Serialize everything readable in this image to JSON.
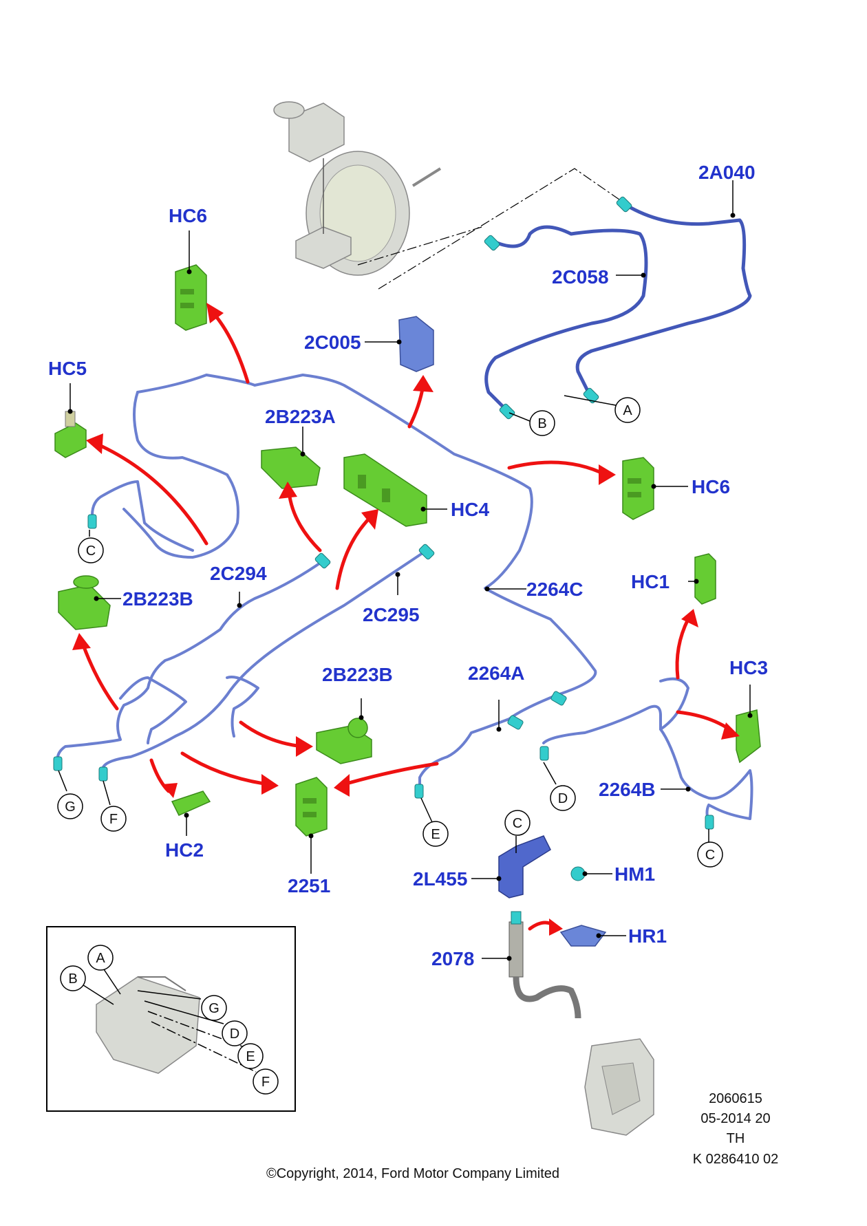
{
  "labels": {
    "hc6_top": "HC6",
    "hc5": "HC5",
    "hc6_right": "HC6",
    "hc4": "HC4",
    "hc1": "HC1",
    "hc3": "HC3",
    "hc2": "HC2",
    "2a040": "2A040",
    "2c058": "2C058",
    "2c005": "2C005",
    "2b223a": "2B223A",
    "2b223b_left": "2B223B",
    "2b223b_mid": "2B223B",
    "2c294": "2C294",
    "2c295": "2C295",
    "2264c": "2264C",
    "2264a": "2264A",
    "2264b": "2264B",
    "2251": "2251",
    "2l455": "2L455",
    "hm1": "HM1",
    "hr1": "HR1",
    "2078": "2078"
  },
  "callouts": {
    "a_top": "A",
    "b_top": "B",
    "c_left": "C",
    "g": "G",
    "f": "F",
    "e": "E",
    "d": "D",
    "c_right": "C",
    "c_bracket": "C",
    "inset_a": "A",
    "inset_b": "B",
    "inset_g": "G",
    "inset_d": "D",
    "inset_e": "E",
    "inset_f": "F"
  },
  "reference": {
    "line1": "2060615",
    "line2": "05-2014 20",
    "line3": "TH",
    "line4": "K 0286410 02"
  },
  "copyright": "©Copyright, 2014, Ford Motor Company Limited",
  "colors": {
    "label_blue": "#2233cc",
    "pipe_blue": "#6b7fd0",
    "clip_green": "#66cc33",
    "arrow_red": "#ee1111",
    "fitting_cyan": "#33cccc"
  }
}
